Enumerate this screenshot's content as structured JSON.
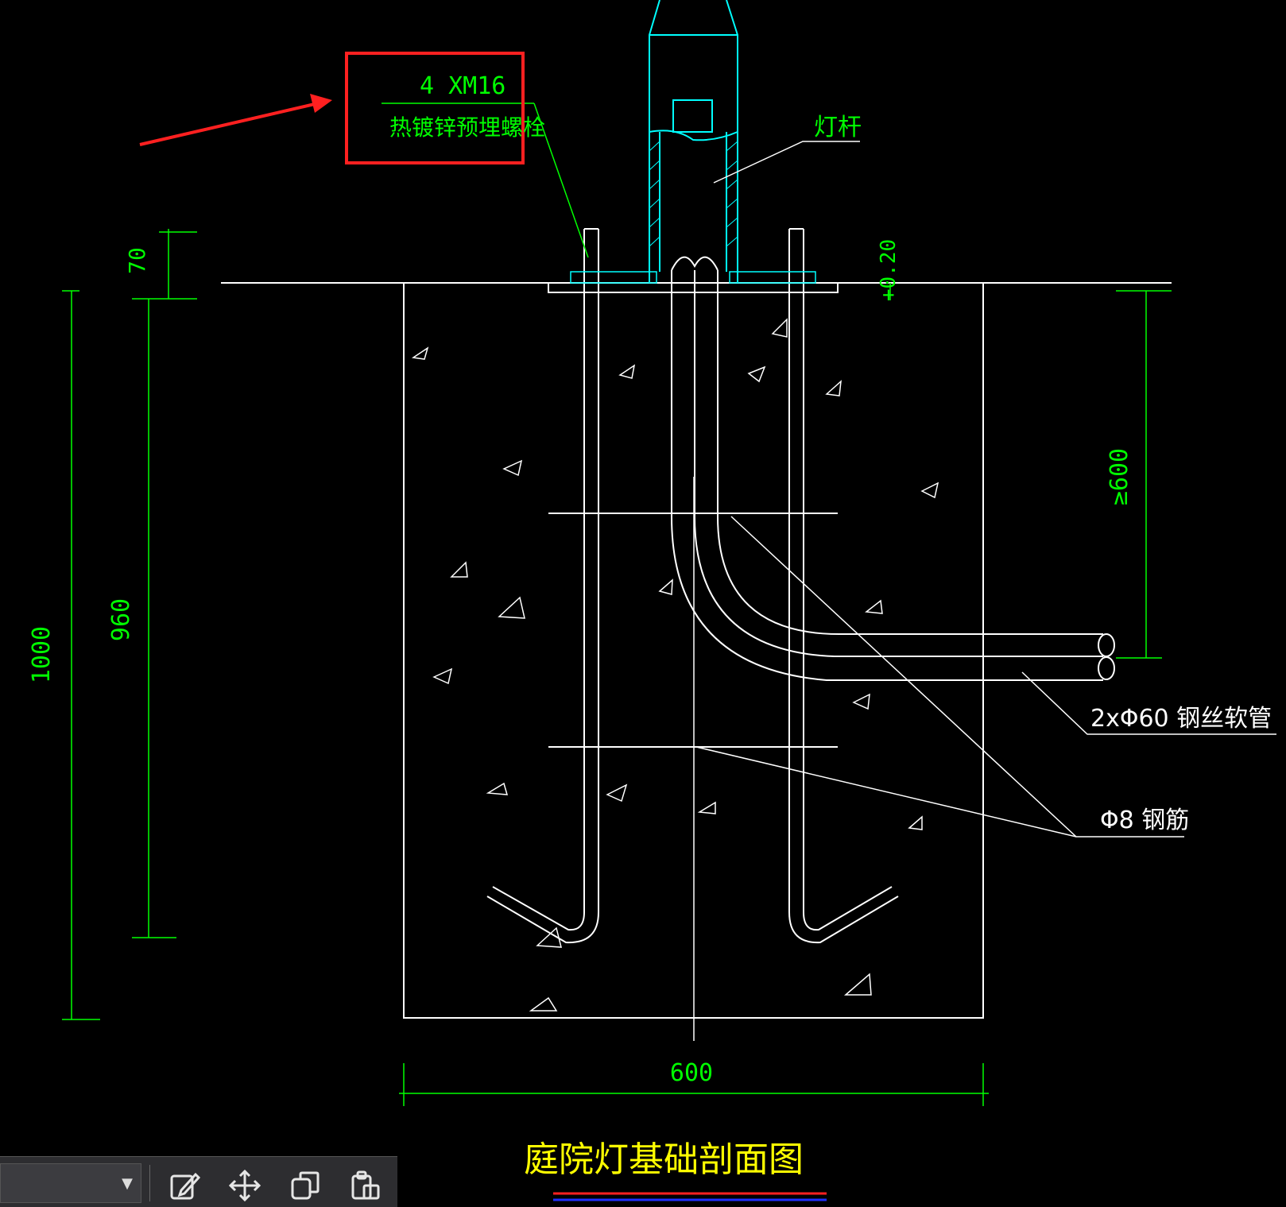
{
  "drawing": {
    "title": "庭院灯基础剖面图",
    "callout_bolt_line1": "4 XM16",
    "callout_bolt_line2": "热镀锌预埋螺栓",
    "label_pole": "灯杆",
    "label_hose": "2xΦ60 钢丝软管",
    "label_rebar": "Φ8 钢筋",
    "dim_1000": "1000",
    "dim_960": "960",
    "dim_70": "70",
    "dim_600_width": "600",
    "dim_600_depth": "≥600",
    "dim_20": "+0.20"
  },
  "colors": {
    "background": "#000000",
    "linework": "#ffffff",
    "dimension": "#00ff00",
    "pole": "#00ffff",
    "title": "#ffff00",
    "highlight_box": "#ff2020",
    "highlight_arrow": "#ff2020"
  },
  "toolbar": {
    "dropdown_arrow": "▼",
    "icons": [
      "edit-icon",
      "move-icon",
      "copy-icon",
      "paste-icon"
    ]
  }
}
